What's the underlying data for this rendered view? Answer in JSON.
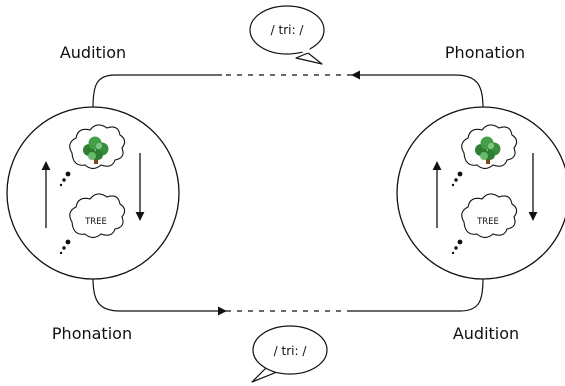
{
  "labels": {
    "top_left": "Audition",
    "top_right": "Phonation",
    "bottom_left": "Phonation",
    "bottom_right": "Audition"
  },
  "bubbles": {
    "top": "/ tri: /",
    "bottom": "/ tri: /"
  },
  "thought_word": "TREE",
  "colors": {
    "stroke": "#111111",
    "leaf_dark": "#2e7d32",
    "leaf_light": "#66bb6a",
    "trunk": "#7a4a1e"
  }
}
